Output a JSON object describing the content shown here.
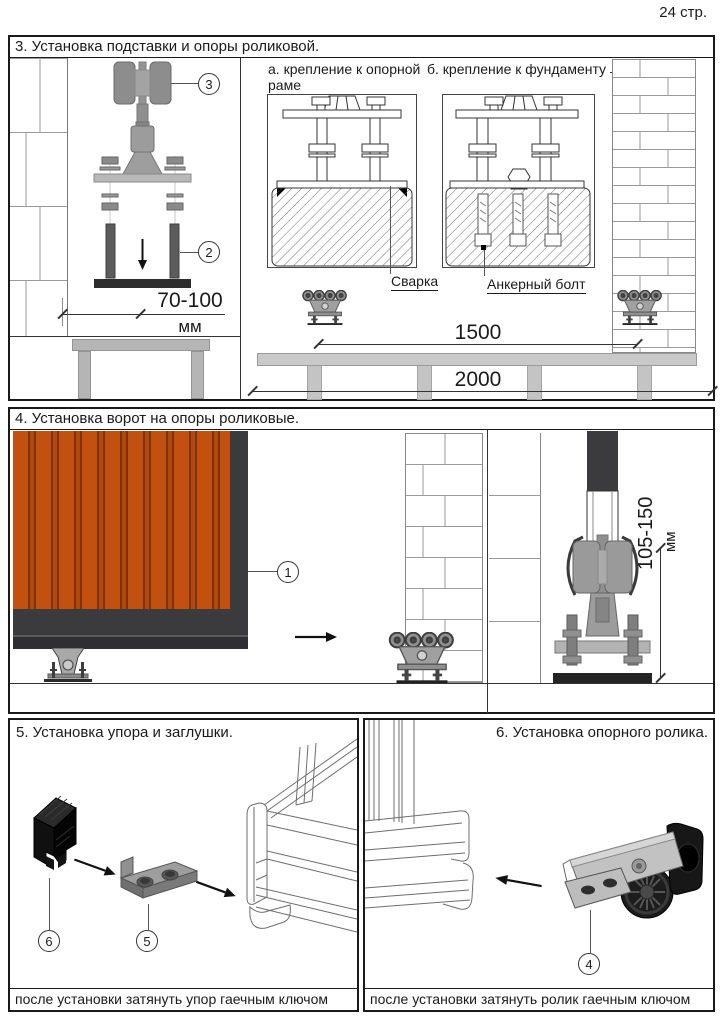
{
  "page": {
    "number": "24 стр."
  },
  "panel3": {
    "title": "3. Установка подставки и опоры роликовой.",
    "label_a": "а. крепление к опорной раме",
    "label_b": "б. крепление к фундаменту",
    "weld_label": "Сварка",
    "anchor_label": "Анкерный болт",
    "callout_trolley": "3",
    "callout_stand": "2",
    "dim_offset_value": "70-100",
    "dim_offset_unit": "мм",
    "dim_support_spacing": "1500",
    "dim_foundation_length": "2000"
  },
  "panel4": {
    "title": "4. Установка ворот на опоры роликовые.",
    "callout_gate": "1",
    "dim_clearance_value": "105-150",
    "dim_clearance_unit": "мм"
  },
  "panel5": {
    "title": "5. Установка упора и заглушки.",
    "callout_plug": "6",
    "callout_stop": "5",
    "footer": "после установки затянуть упор гаечным ключом"
  },
  "panel6": {
    "title": "6. Установка опорного ролика.",
    "callout_roller": "4",
    "footer": "после установки затянуть ролик гаечным ключом"
  },
  "colors": {
    "gate_orange": "#c2500f",
    "gate_rib_dark": "#7d3306",
    "frame_dark": "#3b3b3d",
    "rubber_black": "#141414",
    "steel_gray": "#9c9c9c",
    "beam_gray": "#c9c9c9",
    "line_dark": "#1a1a1a"
  }
}
